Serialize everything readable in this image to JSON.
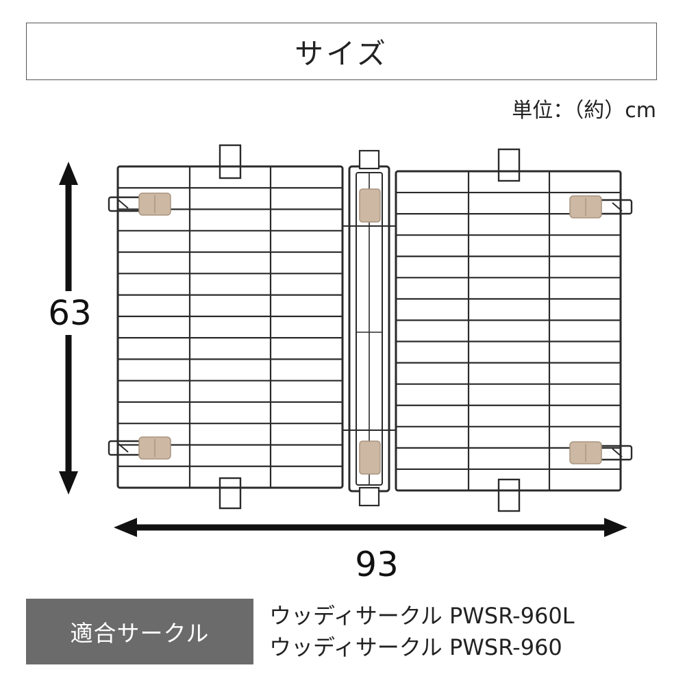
{
  "header": {
    "title": "サイズ",
    "unit": "単位：（約）cm"
  },
  "dimensions": {
    "height": "63",
    "width": "93"
  },
  "compatibility": {
    "label": "適合サークル",
    "models": [
      "ウッディサークル PWSR-960L",
      "ウッディサークル PWSR-960"
    ]
  },
  "colors": {
    "wire": "#2a2a2a",
    "clip": "#cdb9a3",
    "badge": "#6b6b6b",
    "arrow": "#111111"
  }
}
